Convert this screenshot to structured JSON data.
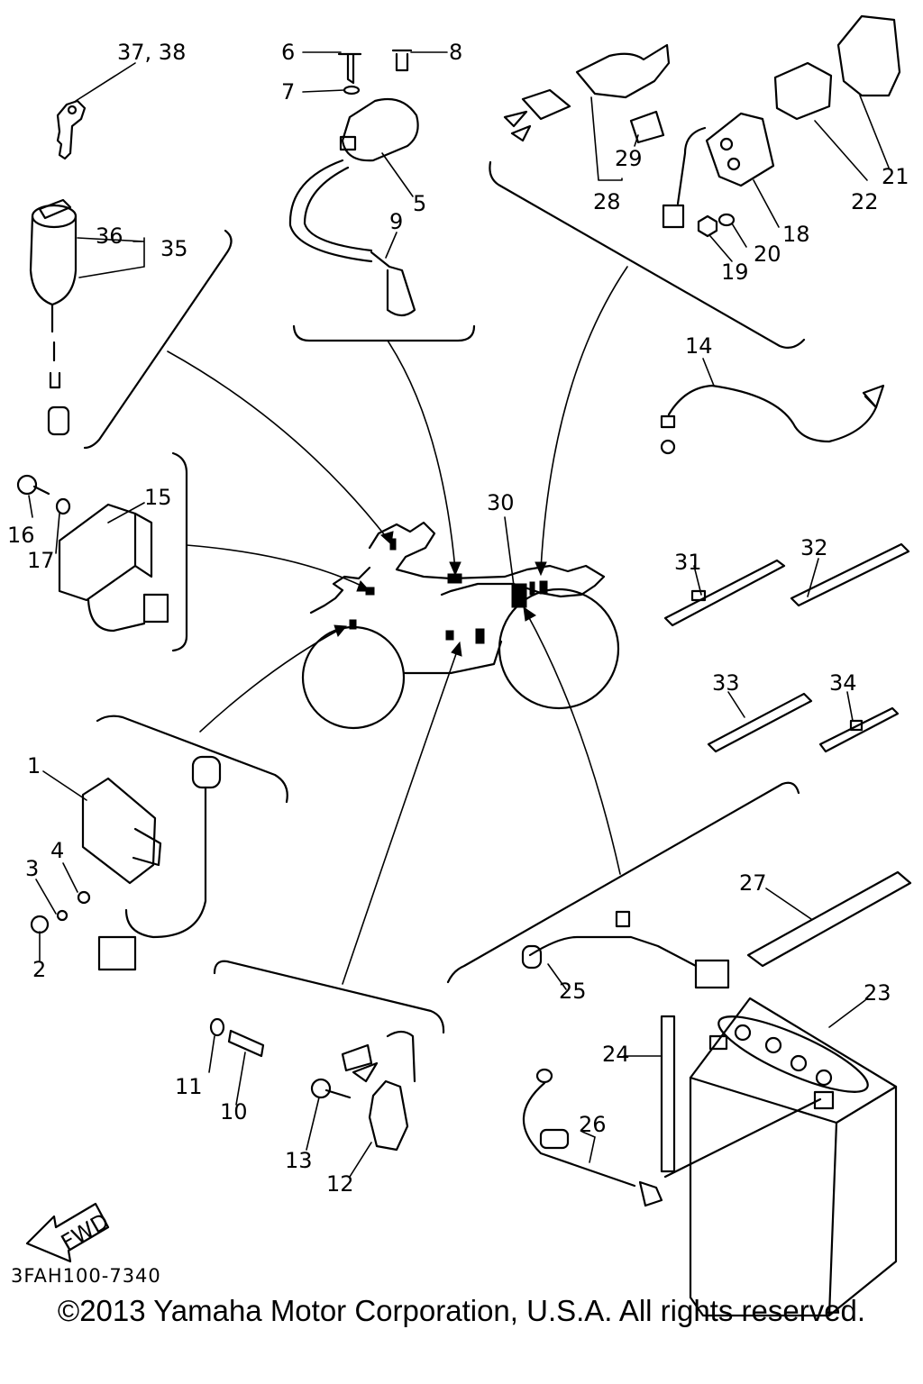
{
  "drawing_code": "3FAH100-7340",
  "copyright": "©2013 Yamaha Motor Corporation, U.S.A. All rights reserved.",
  "fwd_label": "FWD",
  "callouts": {
    "c1": "1",
    "c2": "2",
    "c3": "3",
    "c4": "4",
    "c5": "5",
    "c6": "6",
    "c7": "7",
    "c8": "8",
    "c9": "9",
    "c10": "10",
    "c11": "11",
    "c12": "12",
    "c13": "13",
    "c14": "14",
    "c15": "15",
    "c16": "16",
    "c17": "17",
    "c18": "18",
    "c19": "19",
    "c20": "20",
    "c21": "21",
    "c22": "22",
    "c23": "23",
    "c24": "24",
    "c25": "25",
    "c26": "26",
    "c27": "27",
    "c28": "28",
    "c29": "29",
    "c30": "30",
    "c31": "31",
    "c32": "32",
    "c33": "33",
    "c34": "34",
    "c35": "35",
    "c36": "36",
    "c37_38": "37, 38"
  }
}
